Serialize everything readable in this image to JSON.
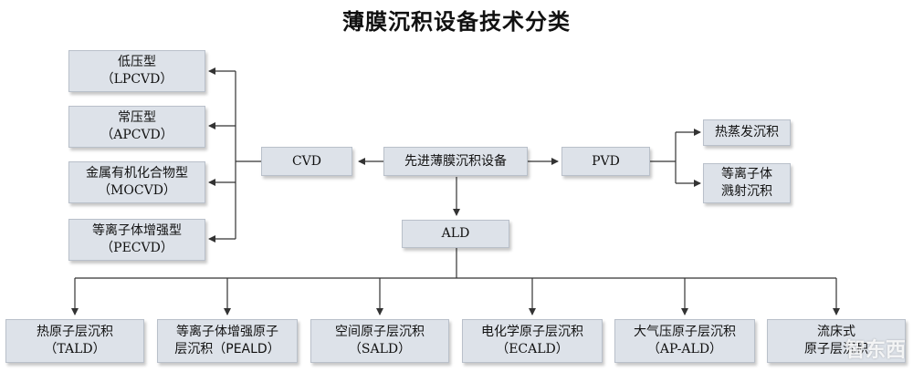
{
  "title": "薄膜沉积设备技术分类",
  "center": {
    "label": "先进薄膜沉积设备"
  },
  "cvd": {
    "label": "CVD",
    "children": [
      {
        "line1": "低压型",
        "line2": "（LPCVD）"
      },
      {
        "line1": "常压型",
        "line2": "（APCVD）"
      },
      {
        "line1": "金属有机化合物型",
        "line2": "（MOCVD）"
      },
      {
        "line1": "等离子体增强型",
        "line2": "（PECVD）"
      }
    ]
  },
  "pvd": {
    "label": "PVD",
    "children": [
      {
        "line1": "热蒸发沉积",
        "line2": ""
      },
      {
        "line1": "等离子体",
        "line2": "溅射沉积"
      }
    ]
  },
  "ald": {
    "label": "ALD",
    "children": [
      {
        "line1": "热原子层沉积",
        "line2": "（TALD）"
      },
      {
        "line1": "等离子体增强原子",
        "line2": "层沉积（PEALD）"
      },
      {
        "line1": "空间原子层沉积",
        "line2": "（SALD）"
      },
      {
        "line1": "电化学原子层沉积",
        "line2": "（ECALD）"
      },
      {
        "line1": "大气压原子层沉积",
        "line2": "（AP-ALD）"
      },
      {
        "line1": "流床式",
        "line2": "原子层沉积"
      }
    ]
  },
  "watermark": "智东西",
  "colors": {
    "box_fill": "#dde2e9",
    "box_border": "#b9c0ca",
    "line": "#333333"
  }
}
